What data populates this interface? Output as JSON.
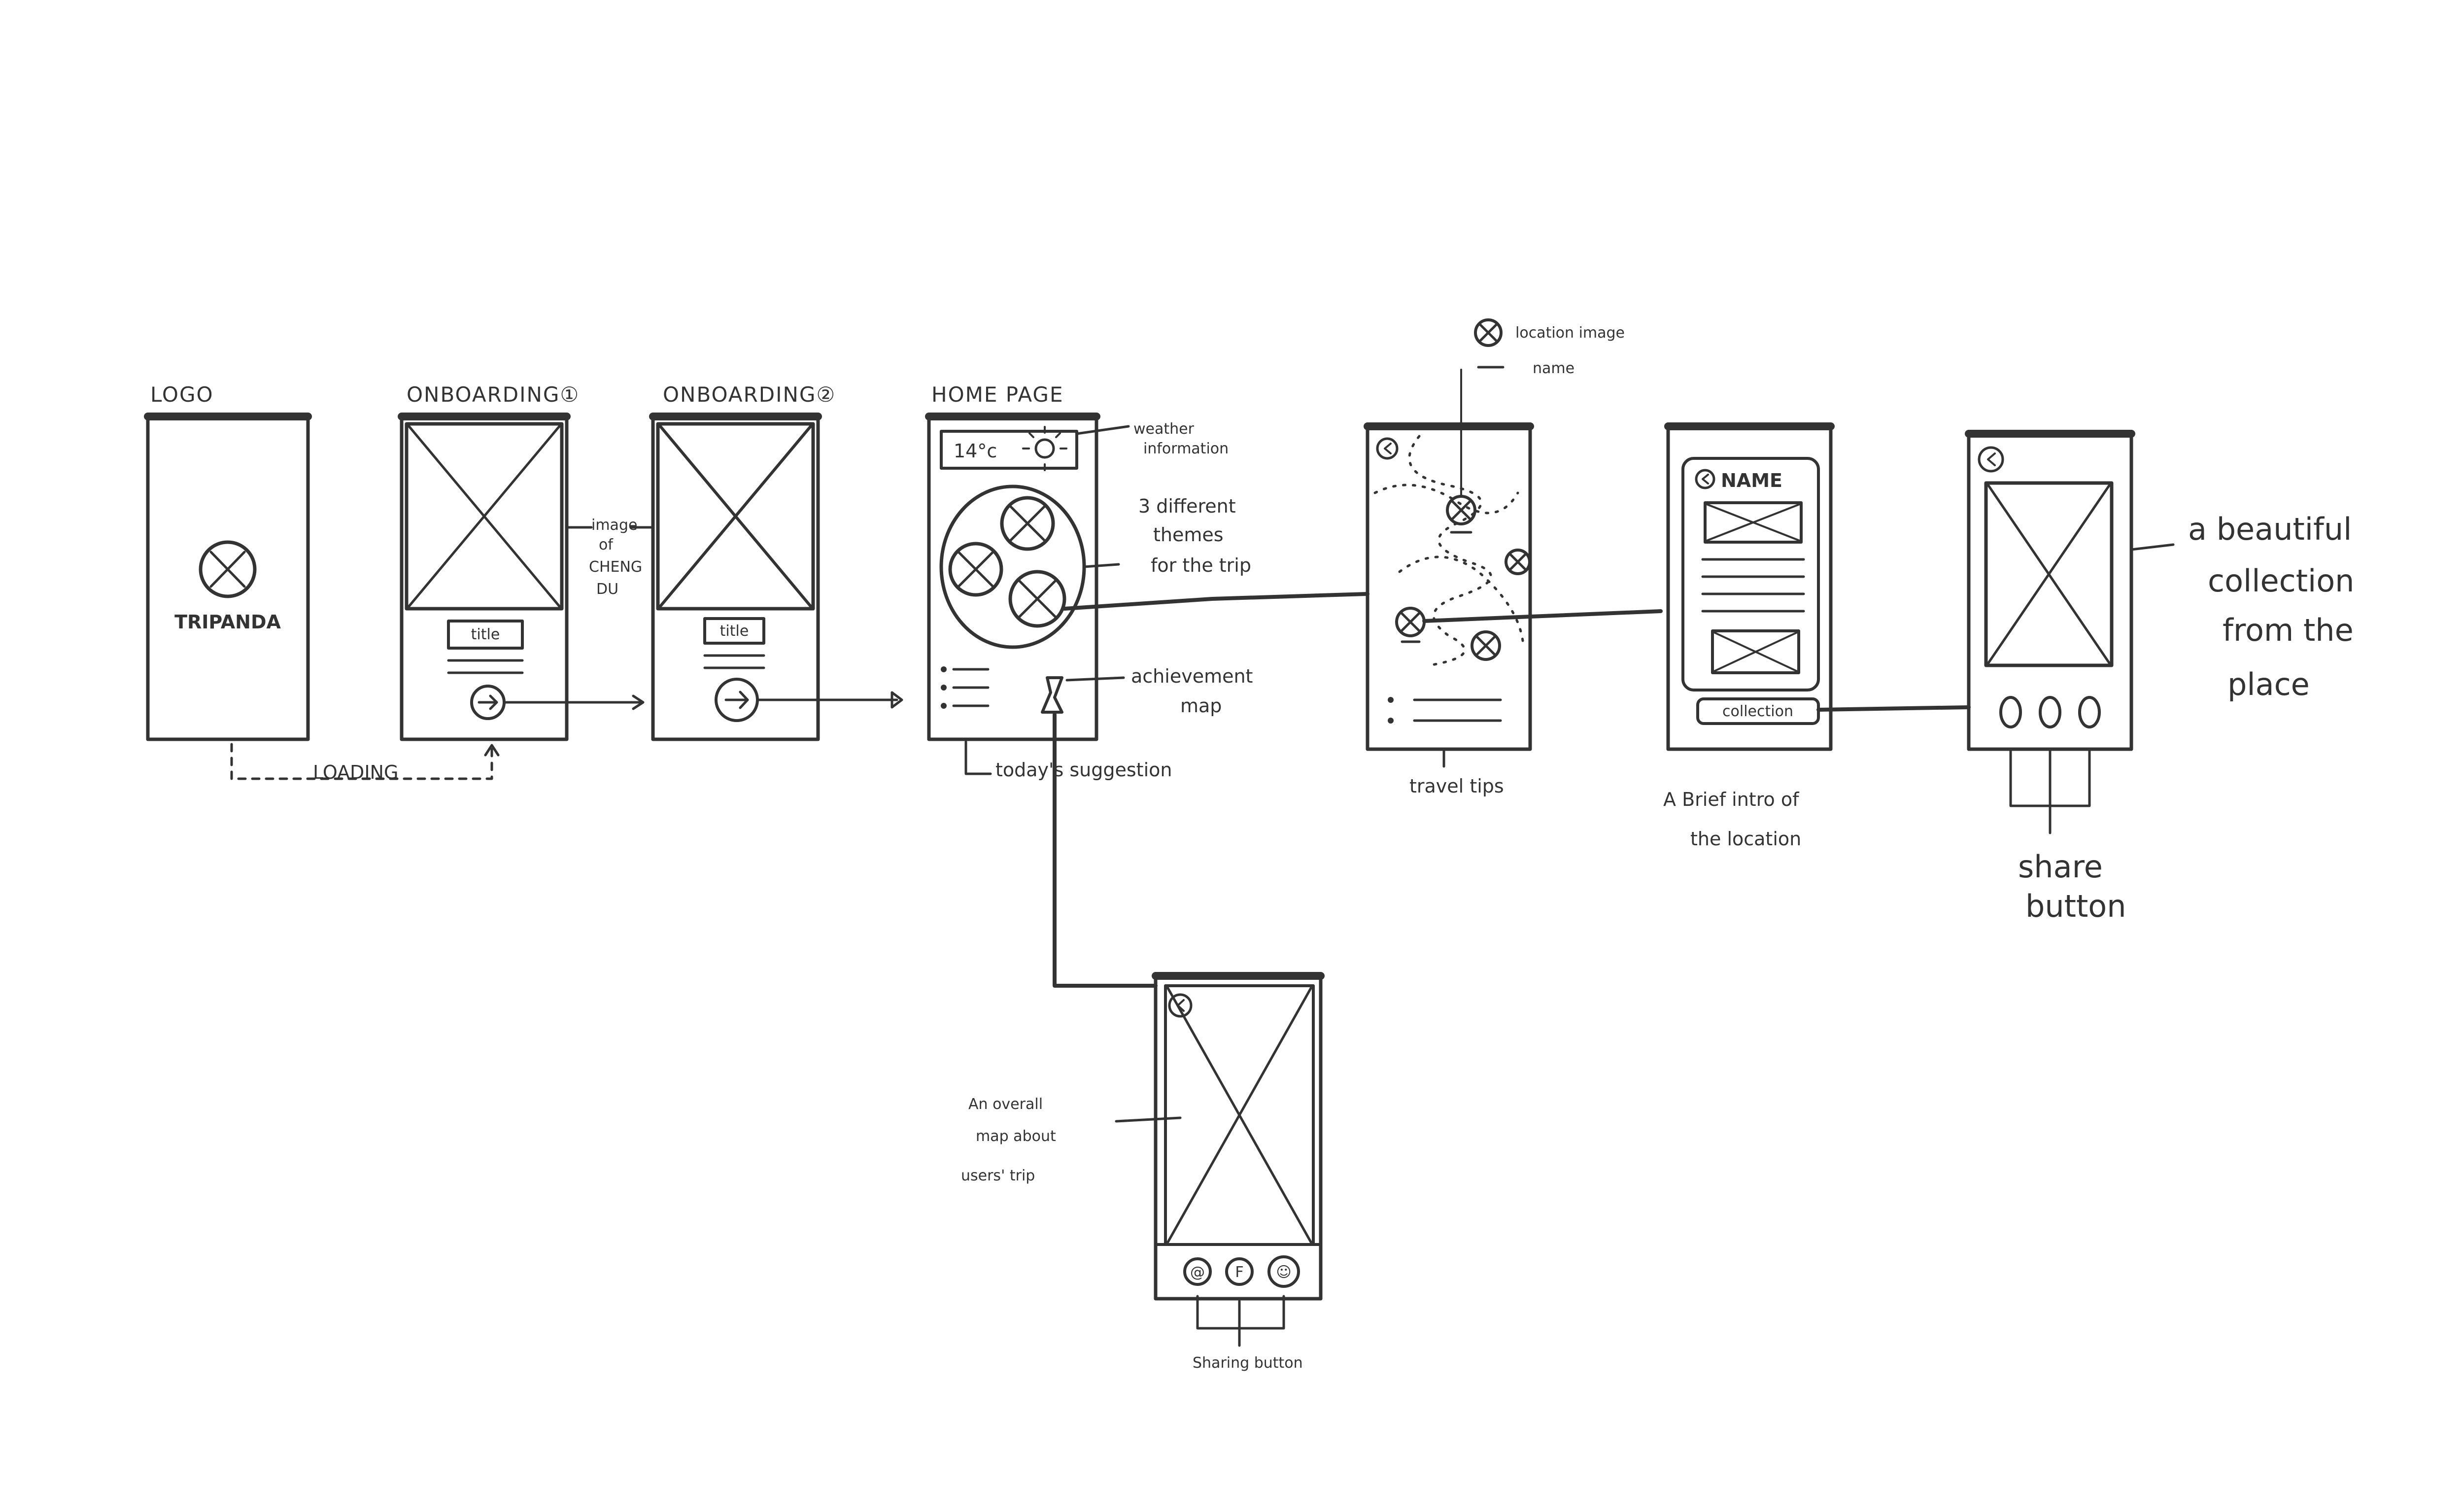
{
  "screens": {
    "logo": {
      "title": "LOGO",
      "brand": "TRIPANDA"
    },
    "onboarding1": {
      "title": "ONBOARDING①",
      "button": "title"
    },
    "onboarding2": {
      "title": "ONBOARDING②",
      "button": "title"
    },
    "home": {
      "title": "HOME PAGE",
      "temperature": "14°c"
    },
    "intro": {
      "name": "NAME",
      "button": "collection"
    }
  },
  "annotations": {
    "loading": "LOADING",
    "image_of": [
      "image",
      "of",
      "CHENG",
      "DU"
    ],
    "weather": [
      "weather",
      "information"
    ],
    "themes": [
      "3 different",
      "themes",
      "for the trip"
    ],
    "achievement": [
      "achievement",
      "map"
    ],
    "suggestion": "today's suggestion",
    "location_image": "location image",
    "loc_name": "name",
    "travel_tips": "travel tips",
    "brief_intro": [
      "A Brief intro of",
      "the location"
    ],
    "collection_desc": [
      "a beautiful",
      "collection",
      "from the",
      "place"
    ],
    "share": [
      "share",
      "button"
    ],
    "overall_map": [
      "An overall",
      "map about",
      "users' trip"
    ],
    "sharing": "Sharing button",
    "social_icons": [
      "@",
      "F",
      "☺"
    ]
  },
  "colors": {
    "ink": "#333333",
    "paper": "#ffffff"
  }
}
